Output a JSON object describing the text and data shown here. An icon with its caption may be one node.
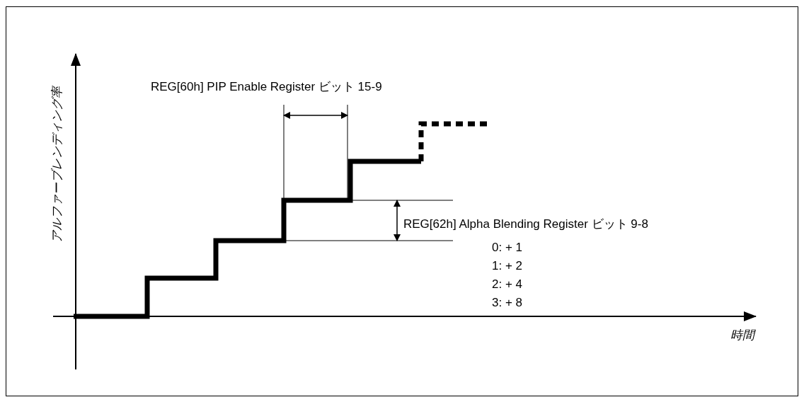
{
  "diagram": {
    "labels": [
      "REG[60h] PIP Enable Register ビット 15-9",
      "アルファーブレンディング率",
      "REG[62h] Alpha Blending Register ビット 9-8",
      "0: + 1",
      "1: + 2",
      "2: + 4",
      "3: + 8",
      "時間"
    ]
  }
}
